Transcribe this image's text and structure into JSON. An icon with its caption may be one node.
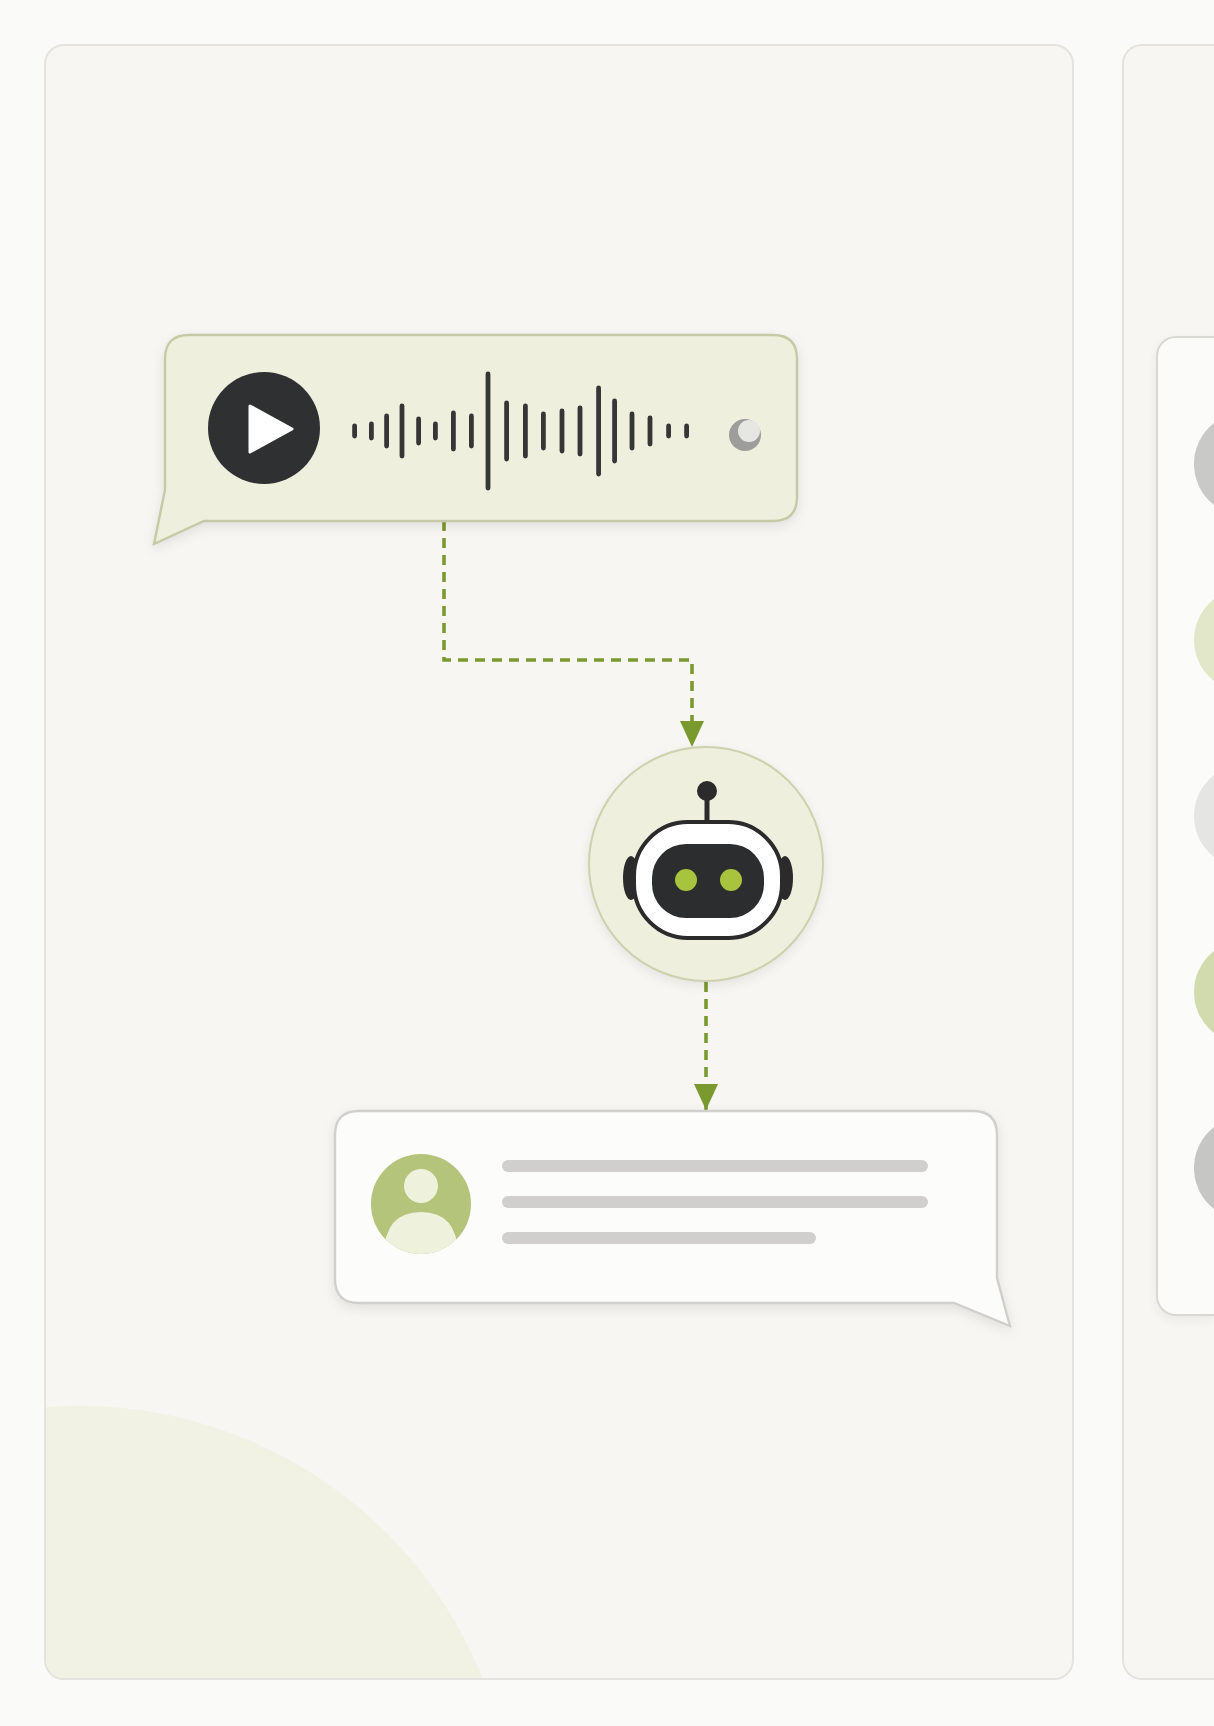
{
  "diagram": {
    "nodes": [
      {
        "text": [],
        "shape": "bubble"
      },
      {
        "text": [],
        "shape": "circle"
      },
      {
        "text": [],
        "shape": "bubble"
      }
    ],
    "edges": [
      {
        "from": 0,
        "to": 1,
        "arrow": "to",
        "style": "dashed"
      },
      {
        "from": 1,
        "to": 2,
        "arrow": "to",
        "style": "dashed"
      }
    ]
  }
}
